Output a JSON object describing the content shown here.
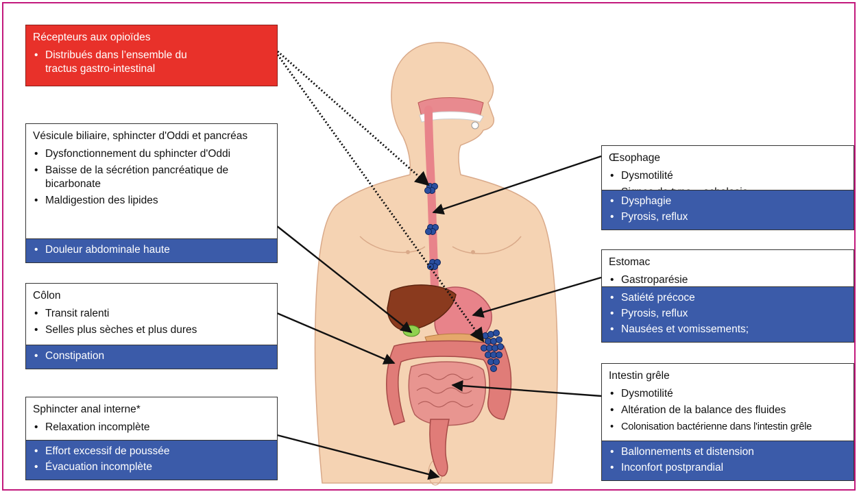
{
  "opioid": {
    "title": "Récepteurs aux opioïdes",
    "items": [
      "Distribués dans l’ensemble du tractus gastro-intestinal"
    ]
  },
  "gallbladder": {
    "title": "Vésicule biliaire, sphincter d'Oddi et pancréas",
    "items": [
      "Dysfonctionnement du sphincter d'Oddi",
      "Baisse de la sécrétion pancréatique de bicarbonate",
      "Maldigestion des lipides"
    ],
    "symptoms": [
      "Douleur abdominale haute"
    ]
  },
  "colon": {
    "title": "Côlon",
    "items": [
      "Transit  ralenti",
      "Selles plus sèches et plus dures"
    ],
    "symptoms": [
      "Constipation"
    ]
  },
  "anal": {
    "title": "Sphincter anal interne*",
    "items": [
      "Relaxation incomplète"
    ],
    "symptoms": [
      "Effort excessif de poussée",
      "Évacuation incomplète"
    ]
  },
  "esophagus": {
    "title": "Œsophage",
    "items": [
      "Dysmotilité",
      "Signes de type « achalasie »"
    ],
    "symptoms": [
      "Dysphagie",
      "Pyrosis, reflux"
    ]
  },
  "stomach": {
    "title": "Estomac",
    "items": [
      "Gastroparésie"
    ],
    "symptoms": [
      "Satiété précoce",
      "Pyrosis, reflux",
      "Nausées et vomissements;"
    ]
  },
  "small_intestine": {
    "title": "Intestin grêle",
    "items": [
      "Dysmotilité",
      "Altération de la balance des fluides",
      "Colonisation bactérienne dans l'intestin grêle"
    ],
    "symptoms": [
      "Ballonnements et distension",
      "Inconfort postprandial"
    ]
  },
  "colors": {
    "frame": "#c2187c",
    "symptom_band": "#3b5ba9",
    "opioid_box": "#e8312a",
    "skin": "#f5d3b3",
    "organ": "#d9707a",
    "liver": "#8a3a1e",
    "receptor": "#2a4fa0"
  }
}
